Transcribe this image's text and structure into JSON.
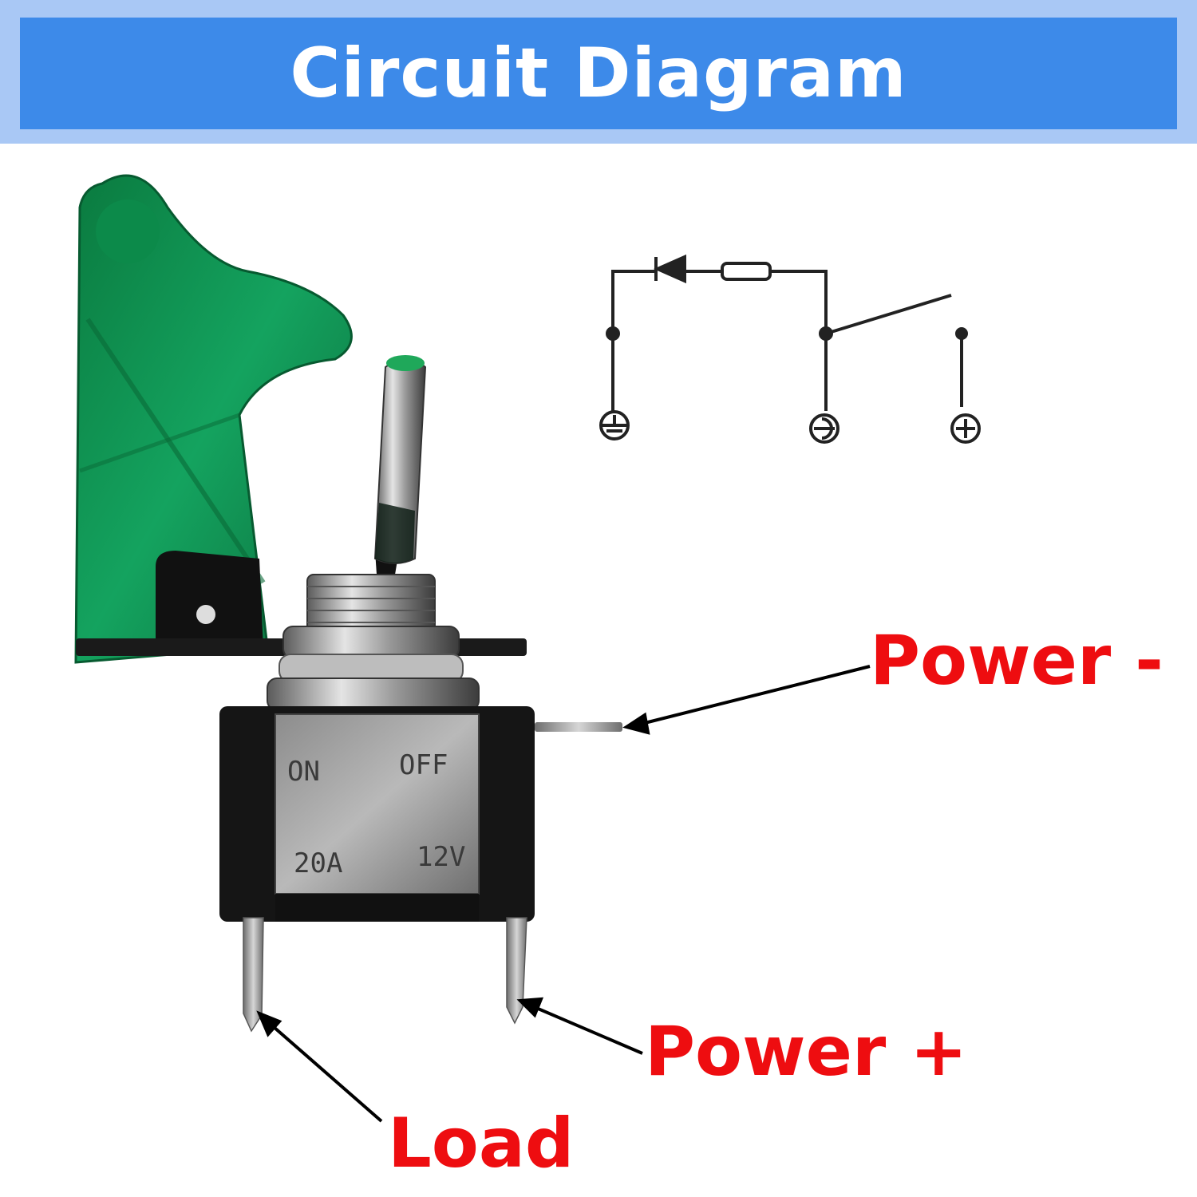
{
  "header": {
    "title": "Circuit Diagram"
  },
  "switch_body": {
    "on_label": "ON",
    "off_label": "OFF",
    "current_rating": "20A",
    "voltage_rating": "12V"
  },
  "labels": {
    "power_negative": "Power -",
    "power_positive": "Power +",
    "load": "Load"
  },
  "colors": {
    "banner_outer": "#a9c8f5",
    "banner_inner": "#3d8ae9",
    "label_red": "#ee0d10",
    "cover_green": "#0f9a55"
  }
}
